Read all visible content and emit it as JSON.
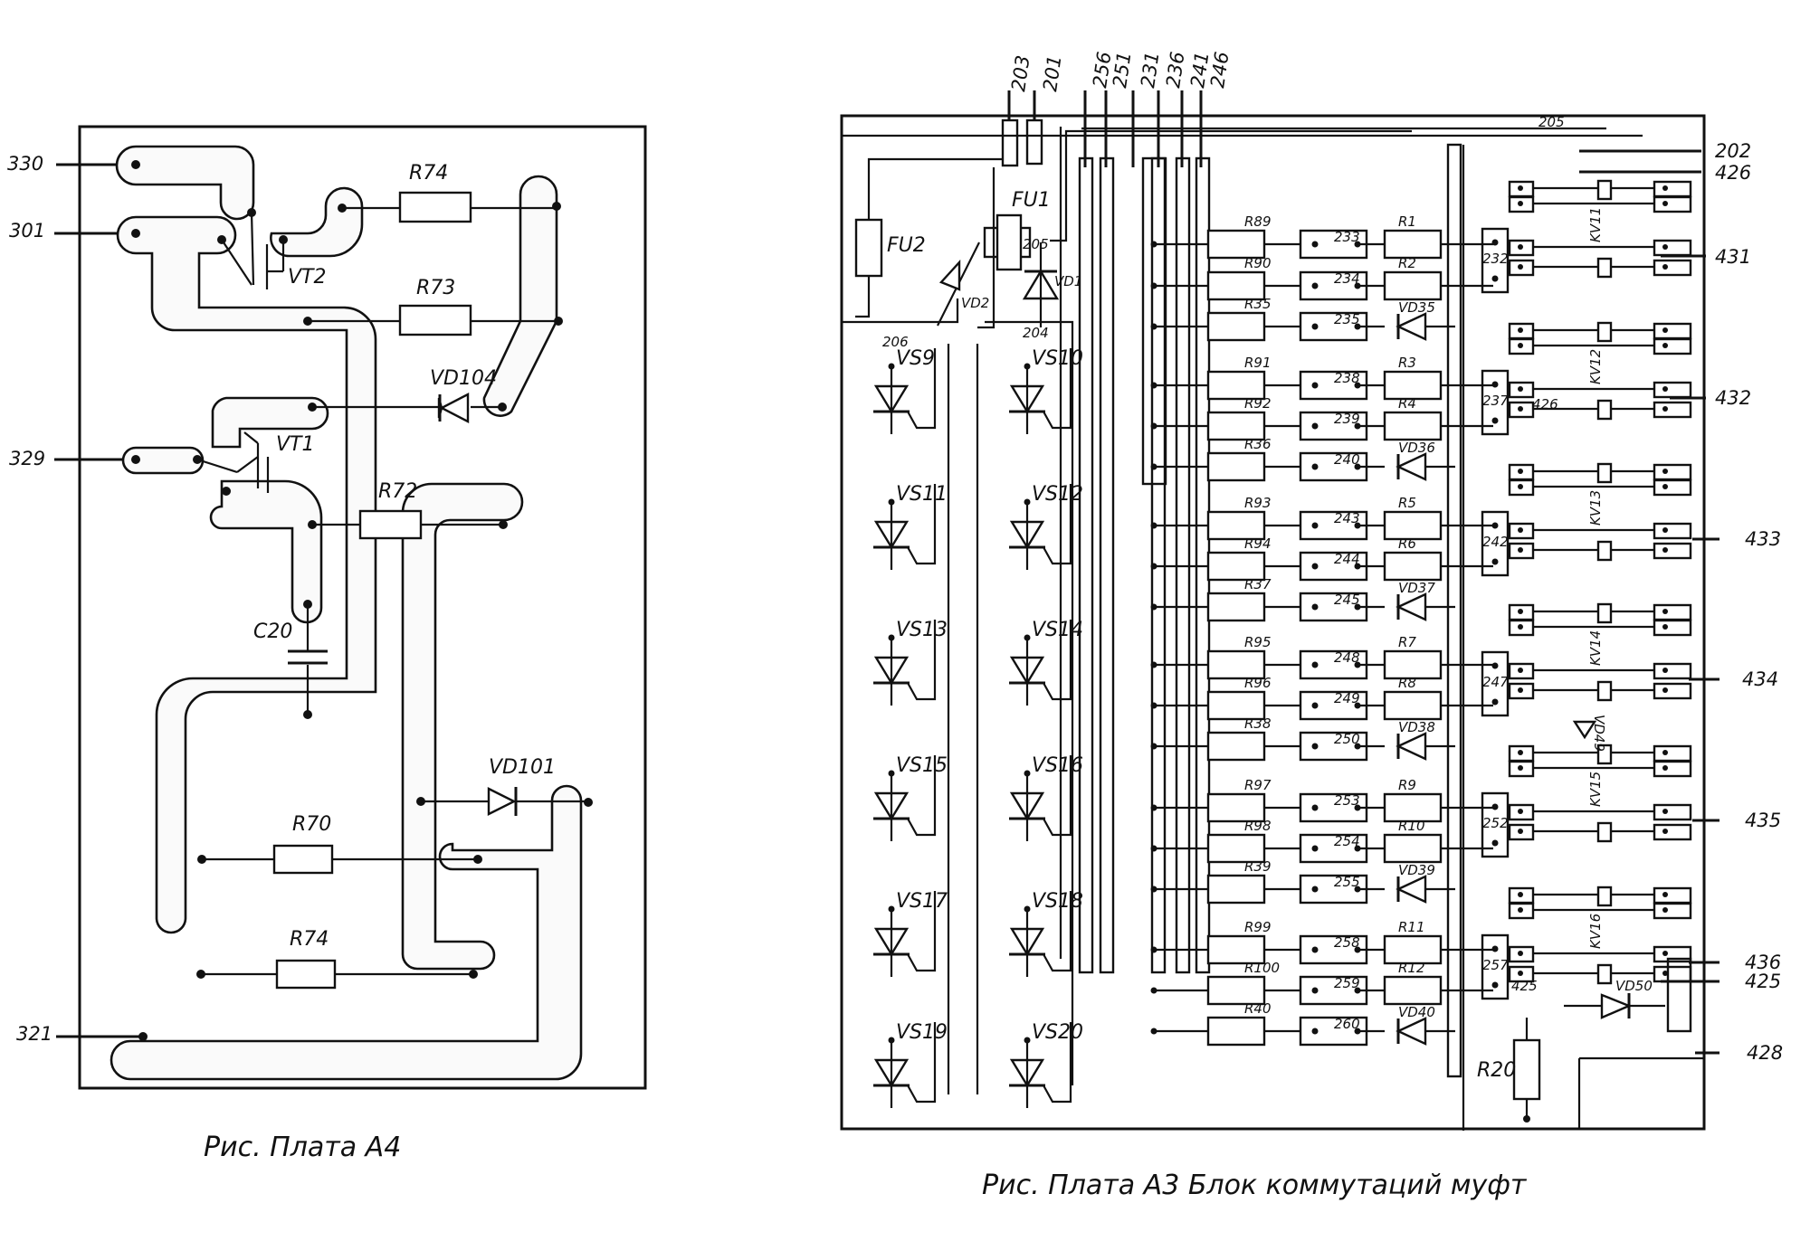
{
  "colors": {
    "ink": "#111111",
    "paper": "#ffffff",
    "trace_fill": "#f5f5f5"
  },
  "board_a4": {
    "caption": "Рис.   Плата А4",
    "terminals": [
      "330",
      "301",
      "329",
      "321"
    ],
    "components": {
      "r74_top": "R74",
      "r73": "R73",
      "vt2": "VT2",
      "vd104": "VD104",
      "vt1": "VT1",
      "r72": "R72",
      "c20": "C20",
      "vd101": "VD101",
      "r70": "R70",
      "r74_bottom": "R74"
    }
  },
  "board_a3": {
    "caption": "Рис.   Плата А3 Блок коммутаций муфт",
    "top_terminals": [
      "203",
      "201",
      "256",
      "251",
      "231",
      "236",
      "241",
      "246"
    ],
    "right_terminals": [
      "202",
      "426",
      "431",
      "432",
      "433",
      "434",
      "435",
      "436",
      "425",
      "428"
    ],
    "top_components": {
      "fu1": "FU1",
      "fu2": "FU2",
      "vd1": "VD1",
      "vd2": "VD2"
    },
    "net_labels": {
      "n205_top": "205",
      "n205_mid": "205",
      "n206": "206",
      "n204": "204",
      "n426_inner": "426",
      "n425_inner": "425"
    },
    "thyristors": [
      "VS9",
      "VS10",
      "VS11",
      "VS12",
      "VS13",
      "VS14",
      "VS15",
      "VS16",
      "VS17",
      "VS18",
      "VS19",
      "VS20"
    ],
    "resistor_rows": [
      {
        "left": "R89",
        "node": "233",
        "right": "R1"
      },
      {
        "left": "R90",
        "node": "234",
        "right": "R2"
      },
      {
        "left": "R35",
        "node": "235",
        "right": "VD35"
      },
      {
        "left": "R91",
        "node": "238",
        "right": "R3"
      },
      {
        "left": "R92",
        "node": "239",
        "right": "R4"
      },
      {
        "left": "R36",
        "node": "240",
        "right": "VD36"
      },
      {
        "left": "R93",
        "node": "243",
        "right": "R5"
      },
      {
        "left": "R94",
        "node": "244",
        "right": "R6"
      },
      {
        "left": "R37",
        "node": "245",
        "right": "VD37"
      },
      {
        "left": "R95",
        "node": "248",
        "right": "R7"
      },
      {
        "left": "R96",
        "node": "249",
        "right": "R8"
      },
      {
        "left": "R38",
        "node": "250",
        "right": "VD38"
      },
      {
        "left": "R97",
        "node": "253",
        "right": "R9"
      },
      {
        "left": "R98",
        "node": "254",
        "right": "R10"
      },
      {
        "left": "R39",
        "node": "255",
        "right": "VD39"
      },
      {
        "left": "R99",
        "node": "258",
        "right": "R11"
      },
      {
        "left": "R100",
        "node": "259",
        "right": "R12"
      },
      {
        "left": "R40",
        "node": "260",
        "right": "VD40"
      }
    ],
    "group_nodes": [
      "232",
      "237",
      "242",
      "247",
      "252",
      "257"
    ],
    "relays": [
      "KV11",
      "KV12",
      "KV13",
      "KV14",
      "KV15",
      "KV16"
    ],
    "extra": {
      "vd49": "VD49",
      "vd50": "VD50",
      "r20": "R20"
    }
  }
}
